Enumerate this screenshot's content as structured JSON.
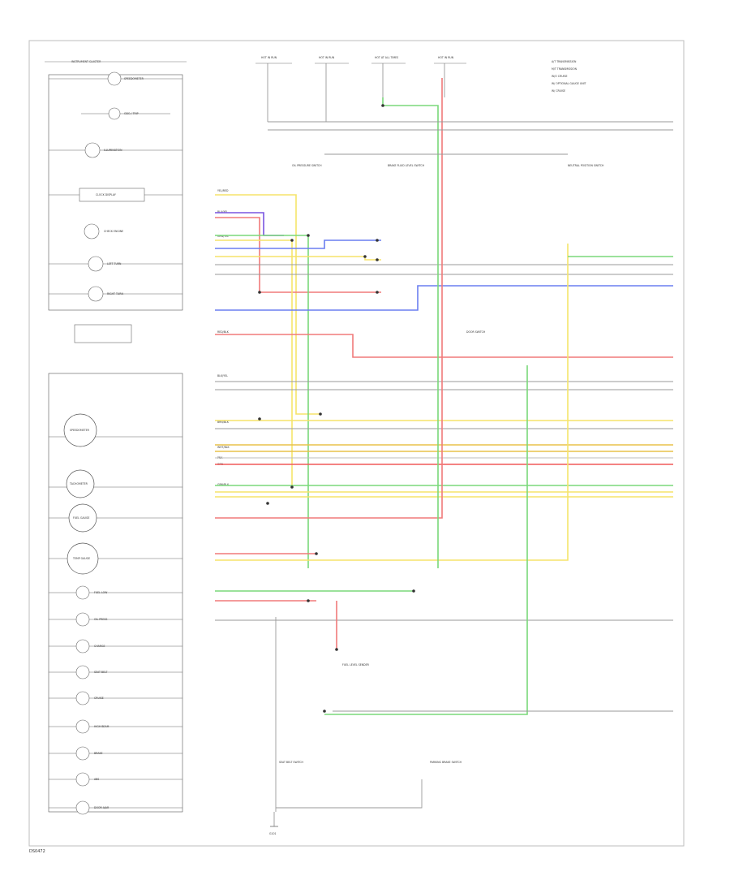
{
  "cluster": {
    "title": "INSTRUMENT CLUSTER",
    "speedometer": "SPEEDOMETER",
    "tachometer": "TACHOMETER",
    "fuel_gauge": "FUEL GAUGE",
    "temp_gauge": "TEMP GAUGE",
    "indicators": [
      "ODO / TRIP",
      "ILLUMINATION",
      "CLOCK DISPLAY",
      "CHECK ENGINE",
      "LEFT TURN",
      "RIGHT TURN",
      "FUEL LOW",
      "OIL PRESS",
      "CHARGE",
      "SEAT BELT",
      "CRUISE",
      "HIGH BEAM",
      "BRAKE",
      "ABS",
      "DOOR AJAR"
    ]
  },
  "fuses": [
    "HOT IN RUN",
    "HOT IN RUN",
    "HOT AT ALL TIMES",
    "HOT IN RUN"
  ],
  "notes": [
    "A/T TRANSMISSION",
    "M/T TRANSMISSION",
    "W/O CRUISE",
    "W/ OPTIONAL GAUGE UNIT",
    "W/ CRUISE"
  ],
  "components": {
    "oil_pressure_switch": "OIL PRESSURE SWITCH",
    "brake_fluid_switch": "BRAKE FLUID LEVEL SWITCH",
    "neutral_switch": "NEUTRAL POSITION SWITCH",
    "door_switch": "DOOR SWITCH",
    "fuel_sender": "FUEL LEVEL SENDER",
    "seat_belt_switch": "SEAT BELT SWITCH",
    "ground": "G101",
    "parking_brake": "PARKING BRAKE SWITCH"
  },
  "wire_labels": [
    "YEL/RED",
    "BLU/YEL",
    "GRN/YEL",
    "RED/BLK",
    "BLK/YEL",
    "BRN/BLK",
    "WHT/BLK",
    "GRN/BLK",
    "PNK",
    "ORN"
  ],
  "corner_code": "DS0472"
}
